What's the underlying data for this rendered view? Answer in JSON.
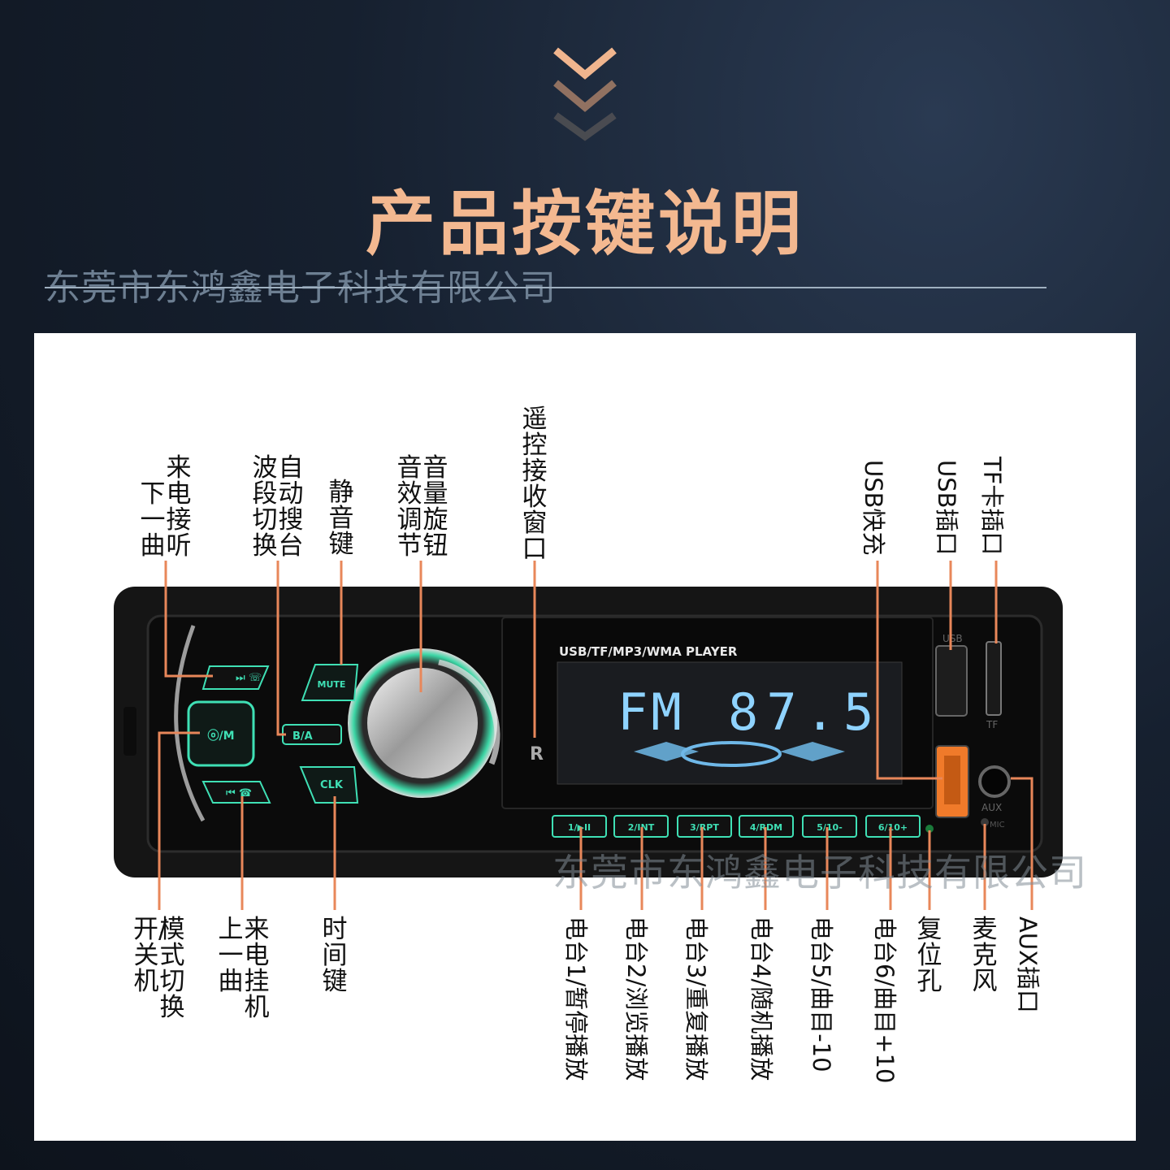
{
  "header": {
    "title": "产品按键说明",
    "company": "东莞市东鸿鑫电子科技有限公司"
  },
  "watermark": "东莞市东鸿鑫电子科技有限公司",
  "device": {
    "player_label": "USB/TF/MP3/WMA PLAYER",
    "display_band": "FM",
    "display_freq": "87.5",
    "ir_label": "R",
    "usb_slot_label": "USB",
    "tf_slot_label": "TF",
    "aux_label": "AUX",
    "mic_label": "MIC",
    "buttons": {
      "mute": "MUTE",
      "clk": "CLK",
      "ba": "B/A",
      "power": "ⓞ/M",
      "presets": [
        "1/▶II",
        "2/INT",
        "3/RPT",
        "4/RDM",
        "5/10-",
        "6/10+"
      ]
    }
  },
  "labels_top": {
    "next": [
      "来电接听",
      "下一曲"
    ],
    "band": [
      "自动搜台",
      "波段切换"
    ],
    "mute": "静音键",
    "volume": [
      "音量旋钮",
      "音效调节"
    ],
    "ir": "遥控接收窗口",
    "usb_charge": "USB快充",
    "usb_port": "USB插口",
    "tf_port": "TF卡插口"
  },
  "labels_bottom": {
    "power": [
      "模式切换",
      "开/关机"
    ],
    "prev": [
      "来电挂机",
      "上一曲"
    ],
    "clock": "时间键",
    "p1": "电台1/暂停播放",
    "p2": "电台2/浏览播放",
    "p3": "电台3/重复播放",
    "p4": "电台4/随机播放",
    "p5": "电台5/曲目-10",
    "p6": "电台6/曲目+10",
    "reset": "复位孔",
    "mic": "麦克风",
    "aux": "AUX插口"
  },
  "colors": {
    "title": "#f3b890",
    "leader": "#e8875a",
    "button_glow": "#3fe0b5",
    "lcd": "#8fd3ff"
  }
}
